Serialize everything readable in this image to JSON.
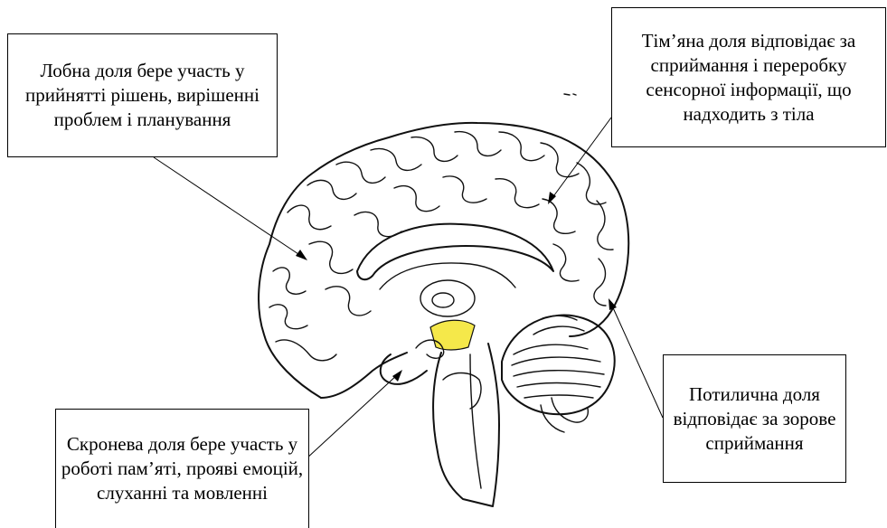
{
  "labels": {
    "frontal": "Лобна доля бере участь у прийнятті рішень, вирішенні проблем і планування",
    "parietal": "Тім’яна доля відповідає за сприймання і переробку сенсорної інформації, що надходить з тіла",
    "occipital": "Потилична доля відповідає за зорове сприймання",
    "temporal": "Скронева доля бере участь у роботі пам’яті, прояві емоцій, слуханні та мовленні"
  },
  "colors": {
    "highlight": "#f5e84a",
    "outline": "#111111"
  }
}
